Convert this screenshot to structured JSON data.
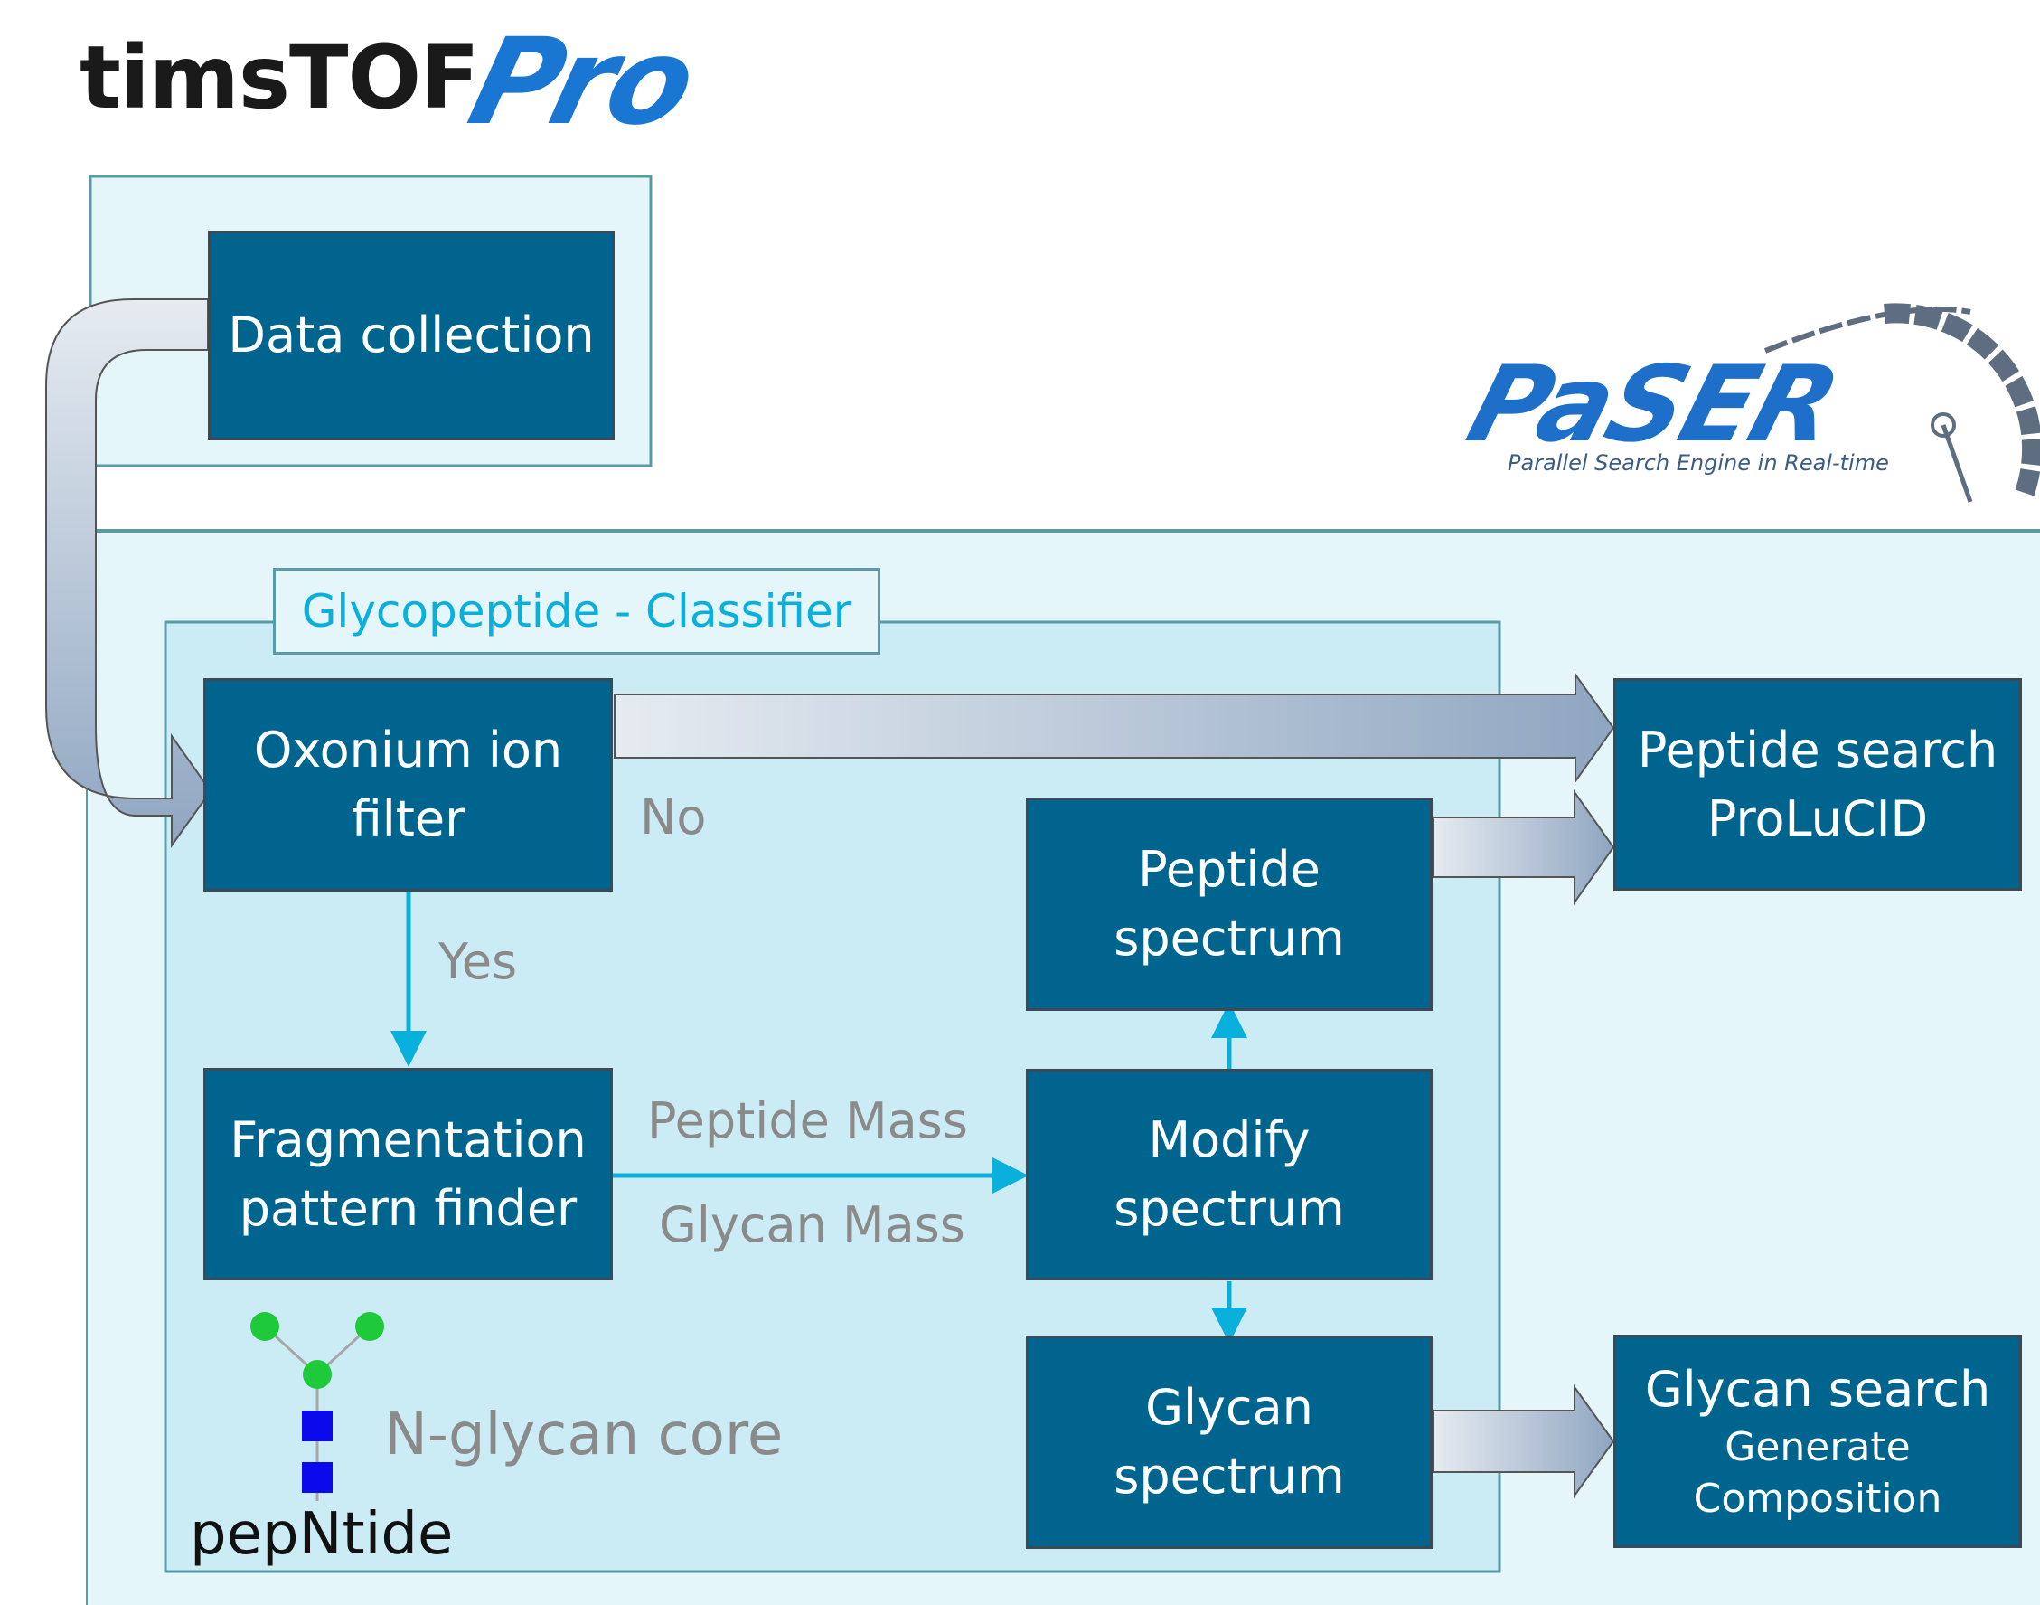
{
  "logo": {
    "brand": "timsTOF",
    "model": "Pro"
  },
  "paser_logo": {
    "name": "PaSER",
    "tagline": "Parallel Search Engine in Real-time"
  },
  "classifier_title": "Glycopeptide - Classifier",
  "boxes": {
    "data_collection": [
      "Data collection"
    ],
    "oxonium": [
      "Oxonium ion",
      "filter"
    ],
    "fragmentation": [
      "Fragmentation",
      "pattern finder"
    ],
    "peptide_spectrum": [
      "Peptide",
      "spectrum"
    ],
    "modify_spectrum": [
      "Modify",
      "spectrum"
    ],
    "glycan_spectrum": [
      "Glycan",
      "spectrum"
    ],
    "peptide_search": [
      "Peptide search",
      "ProLuCID"
    ],
    "glycan_search": [
      "Glycan search",
      "Generate",
      "Composition"
    ]
  },
  "edge_labels": {
    "no": "No",
    "yes": "Yes",
    "peptide_mass": "Peptide Mass",
    "glycan_mass": "Glycan Mass"
  },
  "legend": {
    "core_label": "N-glycan core",
    "peptide_label": "pepNtide"
  },
  "colors": {
    "box_fill": "#00658e",
    "box_border": "#3b4a56",
    "panel_fill": "#e5f6fb",
    "panel_border": "#5a9aa6",
    "classifier_fill": "#cbecf5",
    "accent_cyan": "#0ab0dc",
    "label_gray": "#8a8a8a",
    "glycan_green": "#1ec93a",
    "glycan_blue": "#0a0aeb"
  }
}
